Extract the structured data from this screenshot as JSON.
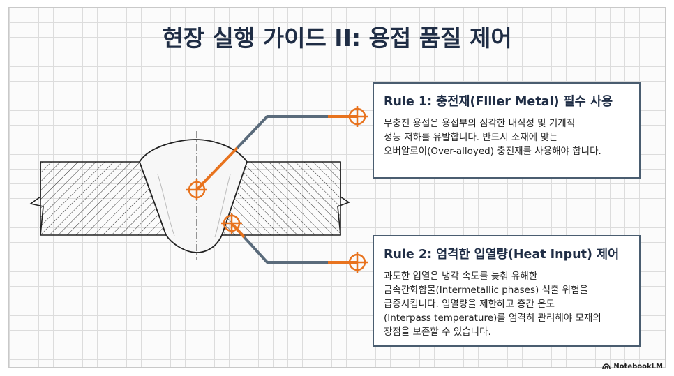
{
  "title": "현장 실행 가이드 II: 용접 품질 제어",
  "rule1": {
    "title": "Rule 1: 충전재(Filler Metal) 필수 사용",
    "lines": [
      "무충전 용접은 용접부의 심각한 내식성 및 기계적",
      "성능 저하를 유발합니다. 반드시 소재에 맞는",
      "오버알로이(Over-alloyed) 충전재를 사용해야 합니다."
    ]
  },
  "rule2": {
    "title": "Rule 2: 엄격한 입열량(Heat Input) 제어",
    "lines": [
      "과도한 입열은 냉각 속도를 늦춰 유해한",
      "금속간화합물(Intermetallic phases) 석출 위험을",
      "급증시킵니다. 입열량을 제한하고 층간 온도",
      "(Interpass temperature)를 엄격히 관리해야 모재의",
      "장점을 보존할 수 있습니다."
    ]
  },
  "brand": "NotebookLM",
  "colors": {
    "accent": "#e8731e",
    "navy": "#1f2d45",
    "leader": "#5a6b7b"
  }
}
